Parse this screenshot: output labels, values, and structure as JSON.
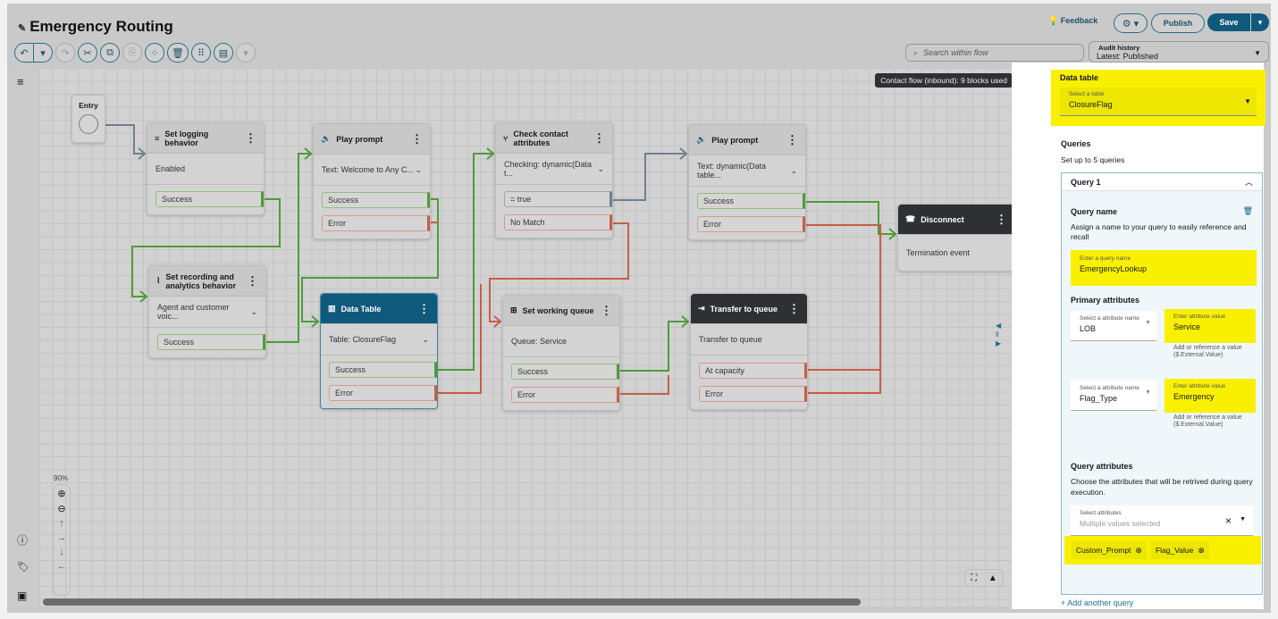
{
  "header": {
    "title": "Emergency Routing",
    "feedback": "Feedback",
    "publish": "Publish",
    "save": "Save"
  },
  "toolbar": {
    "search_placeholder": "Search within flow",
    "audit_label": "Audit history",
    "audit_value": "Latest: Published",
    "status_badge": "Contact flow (inbound): 9 blocks used"
  },
  "canvas": {
    "zoom": "90%",
    "entry": "Entry",
    "blocks": [
      {
        "title": "Set logging behavior",
        "body": "Enabled",
        "branches": [
          "Success"
        ]
      },
      {
        "title": "Set recording and analytics behavior",
        "body": "Agent and customer voic...",
        "branches": [
          "Success"
        ]
      },
      {
        "title": "Play prompt",
        "body": "Text: Welcome to Any C...",
        "branches": [
          "Success",
          "Error"
        ]
      },
      {
        "title": "Data Table",
        "body": "Table: ClosureFlag",
        "branches": [
          "Success",
          "Error"
        ]
      },
      {
        "title": "Check contact attributes",
        "body": "Checking: dynamic(Data t...",
        "branches": [
          "= true",
          "No Match"
        ]
      },
      {
        "title": "Set working queue",
        "body": "Queue: Service",
        "branches": [
          "Success",
          "Error"
        ]
      },
      {
        "title": "Play prompt",
        "body": "Text: dynamic(Data table...",
        "branches": [
          "Success",
          "Error"
        ]
      },
      {
        "title": "Transfer to queue",
        "body": "Transfer to queue",
        "branches": [
          "At capacity",
          "Error"
        ]
      },
      {
        "title": "Disconnect",
        "body": "Termination event",
        "branches": []
      }
    ]
  },
  "colors": {
    "success": "#4f9a3a",
    "error": "#c45f45",
    "neutral": "#6f7f8f",
    "datatable_header": "#0f5a7c",
    "highlight": "#f9f000",
    "primary": "#0f5a7c"
  },
  "panel": {
    "data_table_label": "Data table",
    "select_table_label": "Select a table",
    "select_table_value": "ClosureFlag",
    "queries_label": "Queries",
    "queries_hint": "Set up to 5 queries",
    "query_title": "Query 1",
    "query_name_label": "Query name",
    "query_name_desc": "Assign a name to your query to easily reference and recall",
    "query_name_field_label": "Enter a query name",
    "query_name_value": "EmergencyLookup",
    "primary_label": "Primary attributes",
    "attributes": [
      {
        "name_label": "Select a attribute name",
        "name": "LOB",
        "value_label": "Enter attribute value",
        "value": "Service",
        "hint": "Add or reference a value ($.External.Value)"
      },
      {
        "name_label": "Select a attribute name",
        "name": "Flag_Type",
        "value_label": "Enter attribute value",
        "value": "Emergency",
        "hint": "Add or reference a value ($.External.Value)"
      }
    ],
    "query_attrs_label": "Query attributes",
    "query_attrs_desc": "Choose the attributes that will be retrived during query execution.",
    "select_attrs_label": "Select attributes",
    "select_attrs_placeholder": "Multiple values selected",
    "tokens": [
      "Custom_Prompt",
      "Flag_Value"
    ],
    "add_query": "+ Add another query"
  }
}
